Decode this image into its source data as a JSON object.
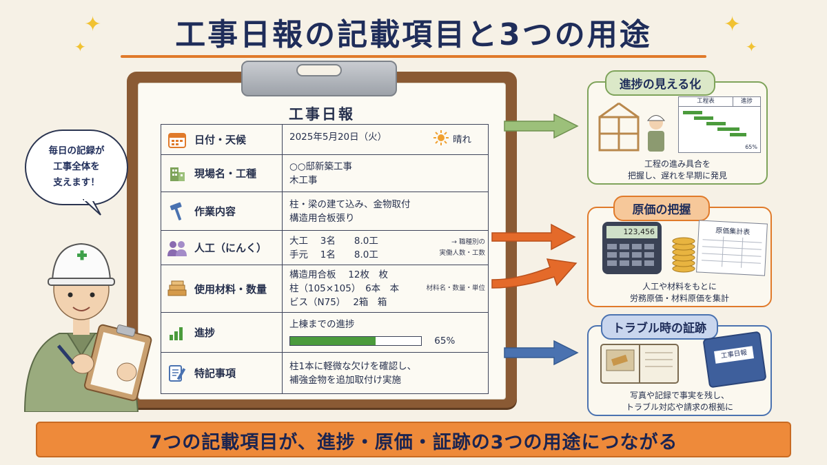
{
  "title": "工事日報の記載項目と3つの用途",
  "report": {
    "title": "工事日報",
    "rows": [
      {
        "label": "日付・天候",
        "icon": "calendar-icon",
        "lines": [
          "2025年5月20日（火）"
        ],
        "weather": "晴れ",
        "weather_icon": "sun-icon"
      },
      {
        "label": "現場名・工種",
        "icon": "building-icon",
        "lines": [
          "○○邸新築工事",
          "木工事"
        ]
      },
      {
        "label": "作業内容",
        "icon": "hammer-icon",
        "lines": [
          "柱・梁の建て込み、金物取付",
          "構造用合板張り"
        ]
      },
      {
        "label": "人工（にんく）",
        "icon": "workers-icon",
        "lines": [
          "大工　 3名　　8.0工",
          "手元　 1名　　8.0工"
        ]
      },
      {
        "label": "使用材料・数量",
        "icon": "lumber-icon",
        "lines": [
          "構造用合板　 12枚　枚",
          "柱（105×105）　6本　本",
          "ビス（N75）　 2箱　箱"
        ]
      },
      {
        "label": "進捗",
        "icon": "bar-chart-icon",
        "lines": [
          "上棟までの進捗"
        ],
        "progress": 65,
        "progress_label": "65%"
      },
      {
        "label": "特記事項",
        "icon": "notebook-pen-icon",
        "lines": [
          "柱1本に軽微な欠けを確認し、",
          "補強金物を追加取付け実施"
        ]
      }
    ]
  },
  "notes": {
    "ninku": [
      "→ 職種別の",
      "実働人数・工数"
    ],
    "materials": "材料名・数量・単位"
  },
  "bubble": [
    "毎日の記録が",
    "工事全体を",
    "支えます！"
  ],
  "panels": [
    {
      "heading": "進捗の見える化",
      "caption": [
        "工程の進み具合を",
        "把握し、遅れを早期に発見"
      ],
      "color": "#7ea35a",
      "chart_header": [
        "工程表",
        "進捗"
      ],
      "chart_value": "65%"
    },
    {
      "heading": "原価の把握",
      "caption": [
        "人工や材料をもとに",
        "労務原価・材料原価を集計"
      ],
      "color": "#e07a2a",
      "calc_display": "123,456",
      "sheet_title": "原価集計表"
    },
    {
      "heading": "トラブル時の証跡",
      "caption": [
        "写真や記録で事実を残し、",
        "トラブル対応や請求の根拠に"
      ],
      "color": "#4a72b0",
      "book_label": "工事日報"
    }
  ],
  "banner": "7つの記載項目が、進捗・原価・証跡の3つの用途につながる",
  "colors": {
    "green": "#7ea35a",
    "orange": "#e07a2a",
    "blue": "#4a72b0",
    "navy": "#1f2d5a"
  }
}
